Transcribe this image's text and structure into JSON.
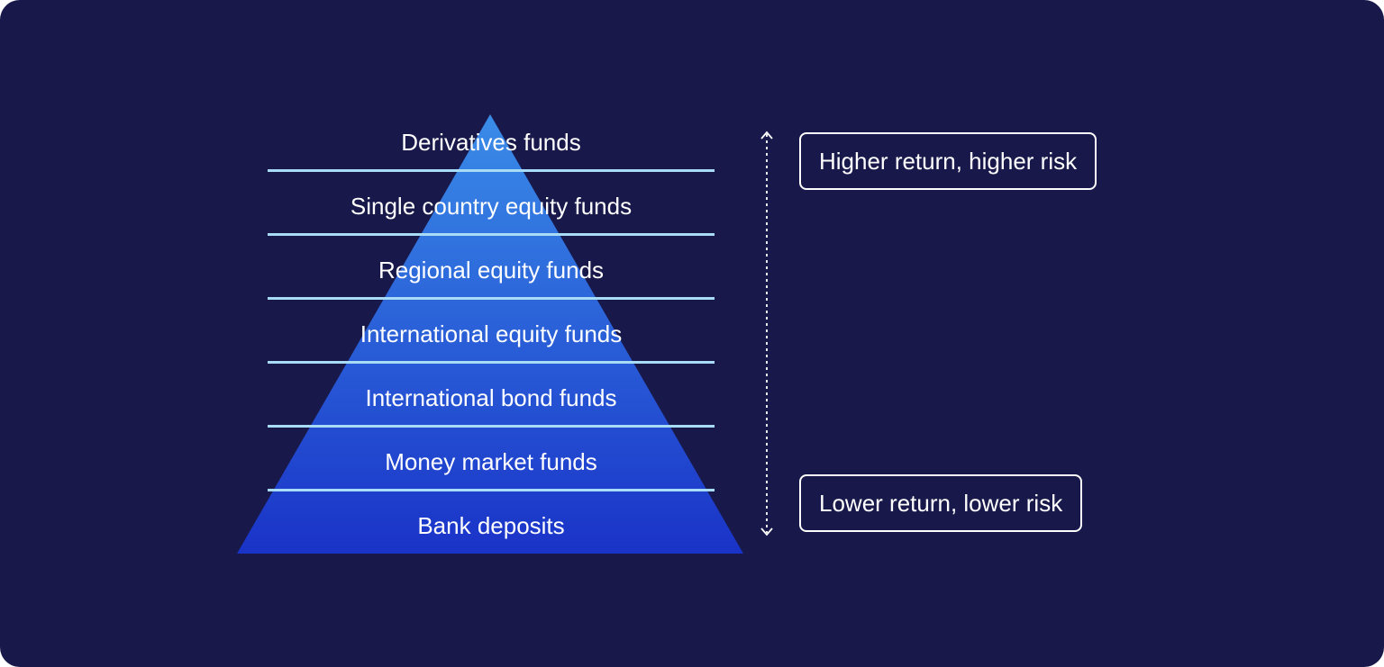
{
  "pyramid": {
    "tiers": [
      {
        "label": "Derivatives funds"
      },
      {
        "label": "Single country equity funds"
      },
      {
        "label": "Regional equity funds"
      },
      {
        "label": "International equity funds"
      },
      {
        "label": "International bond funds"
      },
      {
        "label": "Money market funds"
      },
      {
        "label": "Bank deposits"
      }
    ],
    "gradient_top_color": "#3a8ce8",
    "gradient_bottom_color": "#1a33c8",
    "divider_color": "#a8dcf6"
  },
  "scale": {
    "top_label": "Higher return, higher risk",
    "bottom_label": "Lower return, lower risk"
  },
  "colors": {
    "background": "#18194a",
    "text": "#ffffff"
  }
}
